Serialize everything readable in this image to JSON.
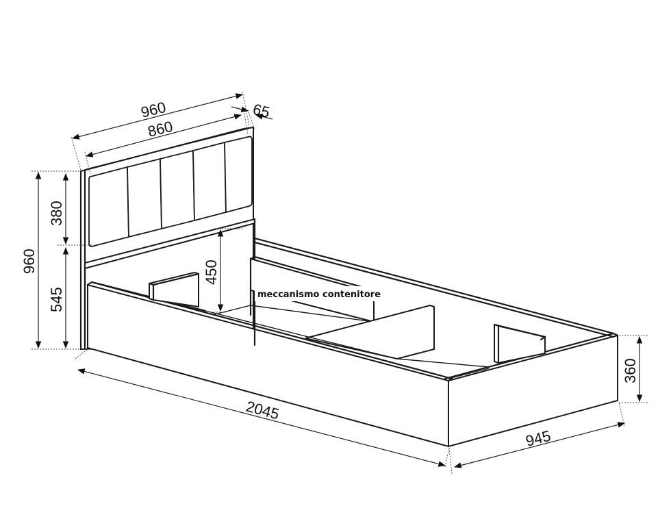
{
  "dimensions": {
    "headboard_width": "960",
    "cushion_width": "860",
    "headboard_thickness": "65",
    "total_height": "960",
    "cushion_height": "380",
    "base_to_cushion": "545",
    "inner_height": "450",
    "length": "2045",
    "base_width": "945",
    "side_height": "360"
  },
  "labels": {
    "mechanism": "meccanismo contenitore"
  },
  "colors": {
    "line": "#1a1a1a",
    "background": "#ffffff",
    "label_box_fill": "#ffffff"
  }
}
